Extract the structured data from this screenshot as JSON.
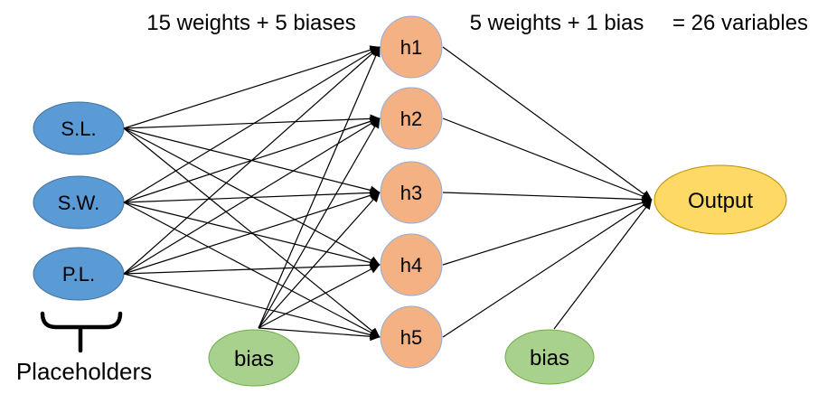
{
  "annotations": {
    "hidden_layer_params": "15 weights + 5 biases",
    "output_layer_params": "5 weights + 1 bias",
    "total_variables": "= 26 variables",
    "placeholders_label": "Placeholders"
  },
  "nodes": {
    "inputs": [
      {
        "id": "sl",
        "label": "S.L."
      },
      {
        "id": "sw",
        "label": "S.W."
      },
      {
        "id": "pl",
        "label": "P.L."
      }
    ],
    "hidden": [
      {
        "id": "h1",
        "label": "h1"
      },
      {
        "id": "h2",
        "label": "h2"
      },
      {
        "id": "h3",
        "label": "h3"
      },
      {
        "id": "h4",
        "label": "h4"
      },
      {
        "id": "h5",
        "label": "h5"
      }
    ],
    "hidden_bias": {
      "id": "bias1",
      "label": "bias"
    },
    "output_bias": {
      "id": "bias2",
      "label": "bias"
    },
    "output": {
      "id": "output",
      "label": "Output"
    }
  },
  "colors": {
    "input_fill": "#5B9BD5",
    "input_stroke": "#41719C",
    "hidden_fill": "#F4B183",
    "hidden_stroke": "#8FAADC",
    "bias_fill": "#A9D18E",
    "bias_stroke": "#70AD47",
    "output_fill": "#FFD966",
    "output_stroke": "#BF9000",
    "edge": "#000000",
    "text": "#000000"
  },
  "edges": [
    {
      "from": "sl",
      "to": "h1"
    },
    {
      "from": "sl",
      "to": "h2"
    },
    {
      "from": "sl",
      "to": "h3"
    },
    {
      "from": "sl",
      "to": "h4"
    },
    {
      "from": "sl",
      "to": "h5"
    },
    {
      "from": "sw",
      "to": "h1"
    },
    {
      "from": "sw",
      "to": "h2"
    },
    {
      "from": "sw",
      "to": "h3"
    },
    {
      "from": "sw",
      "to": "h4"
    },
    {
      "from": "sw",
      "to": "h5"
    },
    {
      "from": "pl",
      "to": "h1"
    },
    {
      "from": "pl",
      "to": "h2"
    },
    {
      "from": "pl",
      "to": "h3"
    },
    {
      "from": "pl",
      "to": "h4"
    },
    {
      "from": "pl",
      "to": "h5"
    },
    {
      "from": "bias1",
      "to": "h1"
    },
    {
      "from": "bias1",
      "to": "h2"
    },
    {
      "from": "bias1",
      "to": "h3"
    },
    {
      "from": "bias1",
      "to": "h4"
    },
    {
      "from": "bias1",
      "to": "h5"
    },
    {
      "from": "h1",
      "to": "output"
    },
    {
      "from": "h2",
      "to": "output"
    },
    {
      "from": "h3",
      "to": "output"
    },
    {
      "from": "h4",
      "to": "output"
    },
    {
      "from": "h5",
      "to": "output"
    },
    {
      "from": "bias2",
      "to": "output"
    }
  ]
}
